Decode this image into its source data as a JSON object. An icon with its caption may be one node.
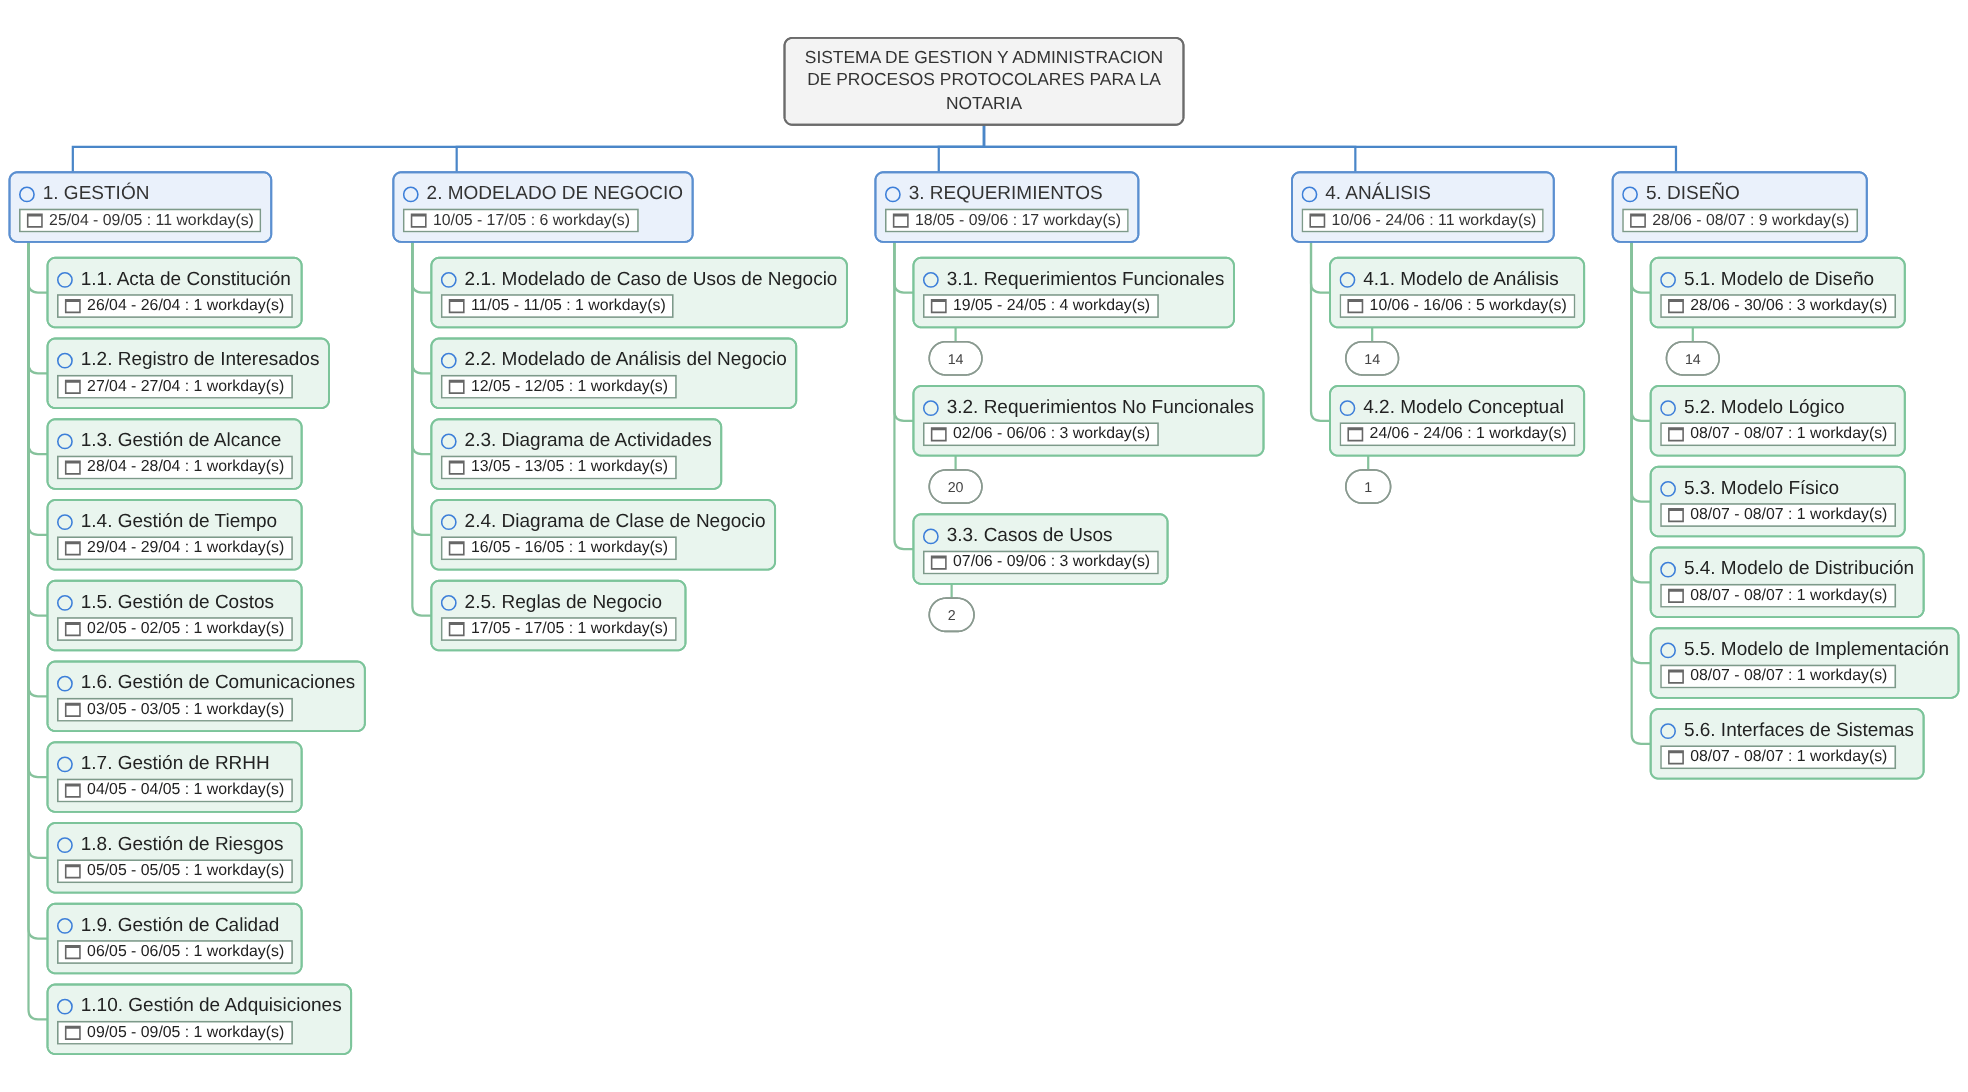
{
  "diagram": {
    "nodes": [
      {
        "text": [
          "SISTEMA DE GESTION Y ADMINISTRACION DE PROCESOS PROTOCOLARES PARA LA NOTARIA"
        ]
      },
      {
        "text": [
          "1. GESTIÓN",
          "25/04 - 09/05 : 11 workday(s)"
        ]
      },
      {
        "text": [
          "1.1. Acta de Constitución",
          "26/04 - 26/04 : 1 workday(s)"
        ]
      },
      {
        "text": [
          "1.2. Registro de Interesados",
          "27/04 - 27/04 : 1 workday(s)"
        ]
      },
      {
        "text": [
          "1.3. Gestión de Alcance",
          "28/04 - 28/04 : 1 workday(s)"
        ]
      },
      {
        "text": [
          "1.4. Gestión de Tiempo",
          "29/04 - 29/04 : 1 workday(s)"
        ]
      },
      {
        "text": [
          "1.5. Gestión de Costos",
          "02/05 - 02/05 : 1 workday(s)"
        ]
      },
      {
        "text": [
          "1.6. Gestión de Comunicaciones",
          "03/05 - 03/05 : 1 workday(s)"
        ]
      },
      {
        "text": [
          "1.7. Gestión de RRHH",
          "04/05 - 04/05 : 1 workday(s)"
        ]
      },
      {
        "text": [
          "1.8. Gestión de Riesgos",
          "05/05 - 05/05 : 1 workday(s)"
        ]
      },
      {
        "text": [
          "1.9. Gestión de Calidad",
          "06/05 - 06/05 : 1 workday(s)"
        ]
      },
      {
        "text": [
          "1.10. Gestión de Adquisiciones",
          "09/05 - 09/05 : 1 workday(s)"
        ]
      },
      {
        "text": [
          "2. MODELADO DE NEGOCIO",
          "10/05 - 17/05 : 6 workday(s)"
        ]
      },
      {
        "text": [
          "2.1. Modelado de Caso de Usos de Negocio",
          "11/05 - 11/05 : 1 workday(s)"
        ]
      },
      {
        "text": [
          "2.2. Modelado de Análisis del Negocio",
          "12/05 - 12/05 : 1 workday(s)"
        ]
      },
      {
        "text": [
          "2.3. Diagrama de Actividades",
          "13/05 - 13/05 : 1 workday(s)"
        ]
      },
      {
        "text": [
          "2.4. Diagrama de Clase de Negocio",
          "16/05 - 16/05 : 1 workday(s)"
        ]
      },
      {
        "text": [
          "2.5. Reglas de Negocio",
          "17/05 - 17/05 : 1 workday(s)"
        ]
      },
      {
        "text": [
          "3. REQUERIMIENTOS",
          "18/05 - 09/06 : 17 workday(s)"
        ]
      },
      {
        "text": [
          "3.1. Requerimientos Funcionales",
          "19/05 - 24/05 : 4 workday(s)"
        ]
      },
      {
        "text": [
          "14"
        ]
      },
      {
        "text": [
          "3.2. Requerimientos No Funcionales",
          "02/06 - 06/06 : 3 workday(s)"
        ]
      },
      {
        "text": [
          "20"
        ]
      },
      {
        "text": [
          "3.3. Casos de Usos",
          "07/06 - 09/06 : 3 workday(s)"
        ]
      },
      {
        "text": [
          "2"
        ]
      },
      {
        "text": [
          "4. ANÁLISIS",
          "10/06 - 24/06 : 11 workday(s)"
        ]
      },
      {
        "text": [
          "4.1. Modelo de Análisis",
          "10/06 - 16/06 : 5 workday(s)"
        ]
      },
      {
        "text": [
          "14"
        ]
      },
      {
        "text": [
          "4.2. Modelo Conceptual",
          "24/06 - 24/06 : 1 workday(s)"
        ]
      },
      {
        "text": [
          "1"
        ]
      },
      {
        "text": [
          "5. DISEÑO",
          "28/06 - 08/07 : 9 workday(s)"
        ]
      },
      {
        "text": [
          "5.1. Modelo de Diseño",
          "28/06 - 30/06 : 3 workday(s)"
        ]
      },
      {
        "text": [
          "14"
        ]
      },
      {
        "text": [
          "5.2. Modelo Lógico",
          "08/07 - 08/07 : 1 workday(s)"
        ]
      },
      {
        "text": [
          "5.3. Modelo Físico",
          "08/07 - 08/07 : 1 workday(s)"
        ]
      },
      {
        "text": [
          "5.4. Modelo de Distribución",
          "08/07 - 08/07 : 1 workday(s)"
        ]
      },
      {
        "text": [
          "5.5. Modelo de Implementación",
          "08/07 - 08/07 : 1 workday(s)"
        ]
      },
      {
        "text": [
          "5.6. Interfaces de Sistemas",
          "08/07 - 08/07 : 1 workday(s)"
        ]
      }
    ],
    "edges": [
      {
        "from": 0,
        "to": 1,
        "arrow": "none",
        "color": "#4a86c8"
      },
      {
        "from": 0,
        "to": 12,
        "arrow": "none",
        "color": "#4a86c8"
      },
      {
        "from": 0,
        "to": 18,
        "arrow": "none",
        "color": "#4a86c8"
      },
      {
        "from": 0,
        "to": 25,
        "arrow": "none",
        "color": "#4a86c8"
      },
      {
        "from": 0,
        "to": 30,
        "arrow": "none",
        "color": "#4a86c8"
      },
      {
        "from": 1,
        "to": 2,
        "arrow": "none"
      },
      {
        "from": 1,
        "to": 3,
        "arrow": "none"
      },
      {
        "from": 1,
        "to": 4,
        "arrow": "none"
      },
      {
        "from": 1,
        "to": 5,
        "arrow": "none"
      },
      {
        "from": 1,
        "to": 6,
        "arrow": "none"
      },
      {
        "from": 1,
        "to": 7,
        "arrow": "none"
      },
      {
        "from": 1,
        "to": 8,
        "arrow": "none"
      },
      {
        "from": 1,
        "to": 9,
        "arrow": "none"
      },
      {
        "from": 1,
        "to": 10,
        "arrow": "none"
      },
      {
        "from": 1,
        "to": 11,
        "arrow": "none"
      },
      {
        "from": 12,
        "to": 13,
        "arrow": "none"
      },
      {
        "from": 12,
        "to": 14,
        "arrow": "none"
      },
      {
        "from": 12,
        "to": 15,
        "arrow": "none"
      },
      {
        "from": 12,
        "to": 16,
        "arrow": "none"
      },
      {
        "from": 12,
        "to": 17,
        "arrow": "none"
      },
      {
        "from": 18,
        "to": 19,
        "arrow": "none"
      },
      {
        "from": 19,
        "to": 20,
        "arrow": "none"
      },
      {
        "from": 18,
        "to": 21,
        "arrow": "none"
      },
      {
        "from": 21,
        "to": 22,
        "arrow": "none"
      },
      {
        "from": 18,
        "to": 23,
        "arrow": "none"
      },
      {
        "from": 23,
        "to": 24,
        "arrow": "none"
      },
      {
        "from": 25,
        "to": 26,
        "arrow": "none"
      },
      {
        "from": 26,
        "to": 27,
        "arrow": "none"
      },
      {
        "from": 25,
        "to": 28,
        "arrow": "none"
      },
      {
        "from": 28,
        "to": 29,
        "arrow": "none"
      },
      {
        "from": 30,
        "to": 31,
        "arrow": "none"
      },
      {
        "from": 31,
        "to": 32,
        "arrow": "none"
      },
      {
        "from": 30,
        "to": 33,
        "arrow": "none"
      },
      {
        "from": 30,
        "to": 34,
        "arrow": "none"
      },
      {
        "from": 30,
        "to": 35,
        "arrow": "none"
      },
      {
        "from": 30,
        "to": 36,
        "arrow": "none"
      },
      {
        "from": 30,
        "to": 37,
        "arrow": "none"
      }
    ]
  }
}
